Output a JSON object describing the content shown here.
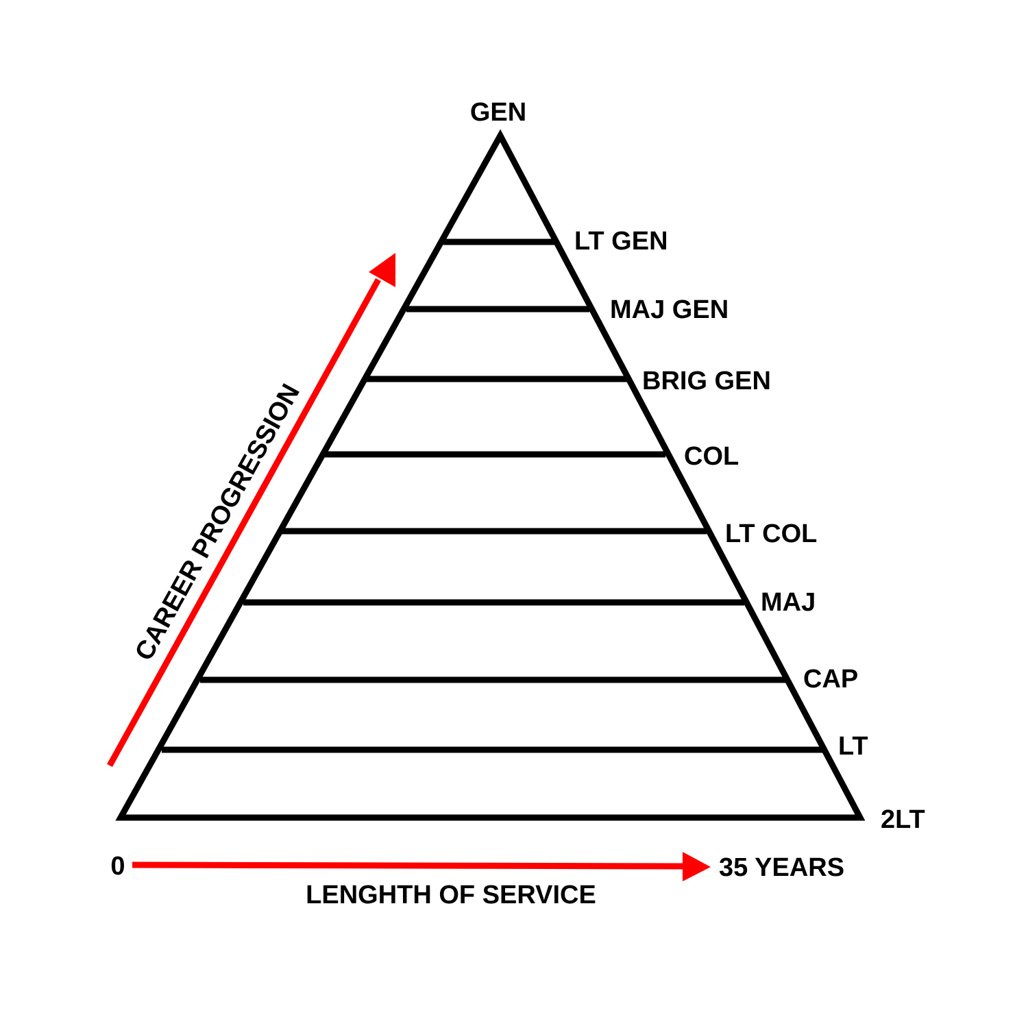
{
  "pyramid": {
    "apex_label": "GEN",
    "ranks": [
      "LT GEN",
      "MAJ GEN",
      "BRIG GEN",
      "COL",
      "LT COL",
      "MAJ",
      "CAP",
      "LT",
      "2LT"
    ]
  },
  "career_arrow": {
    "label": "CAREER PROGRESSION"
  },
  "service_axis": {
    "start_label": "0",
    "end_label": "35 YEARS",
    "title": "LENGHTH OF SERVICE"
  },
  "colors": {
    "stroke": "#000000",
    "arrow": "#ff0000",
    "text": "#000000",
    "background": "#ffffff"
  }
}
